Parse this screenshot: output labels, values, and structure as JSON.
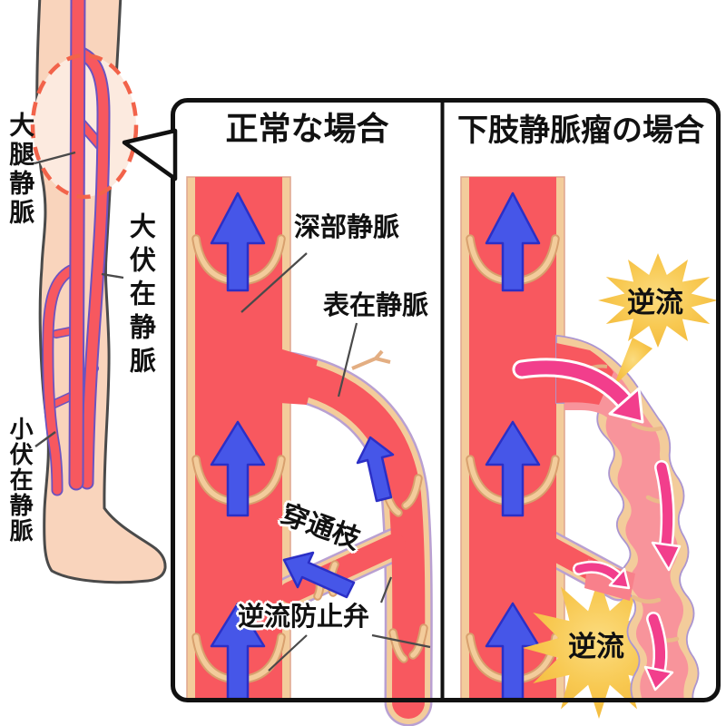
{
  "leg": {
    "femoral_vein_label": "大腿静脈",
    "great_saphenous_label": "大伏在静脈",
    "small_saphenous_label": "小伏在静脈"
  },
  "panel_left": {
    "title": "正常な場合",
    "deep_vein_label": "深部静脈",
    "superficial_vein_label": "表在静脈",
    "perforator_label": "穿通枝",
    "valve_label": "逆流防止弁"
  },
  "panel_right": {
    "title": "下肢静脈瘤の場合",
    "reflux_top_label": "逆流",
    "reflux_bottom_label": "逆流"
  },
  "colors": {
    "vein_red": "#F8585F",
    "vein_wall_tan": "#F3CC9B",
    "varicose_pink": "#F8949B",
    "flow_arrow_blue": "#4656E8",
    "reflux_arrow_pink": "#F23E8C",
    "starburst_gold": "#F7C94E",
    "skin": "#F9D4BC",
    "highlight_skin": "#FCEADF",
    "highlight_dash_orange": "#F2634A"
  }
}
